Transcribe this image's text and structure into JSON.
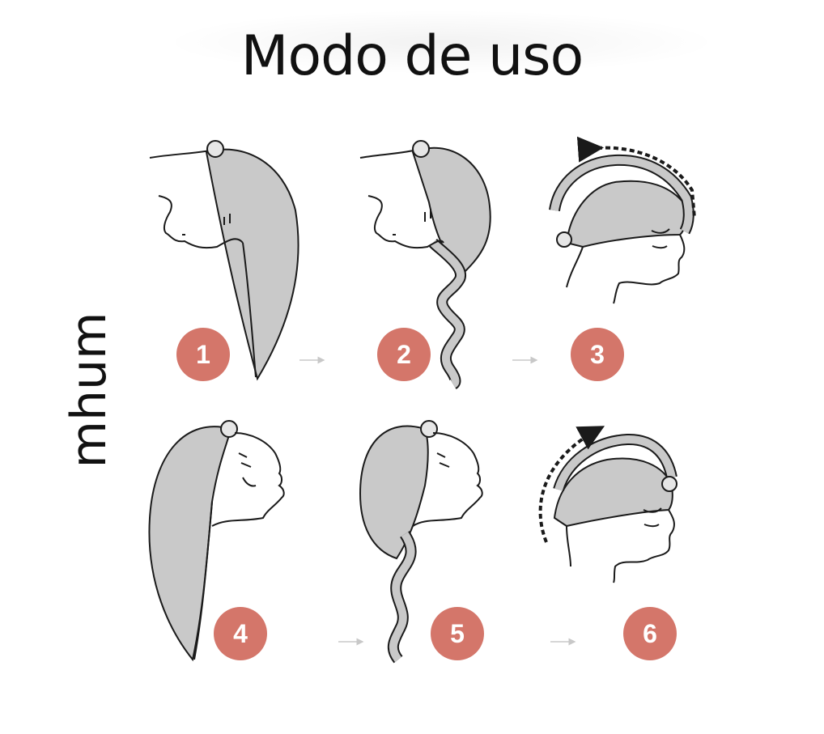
{
  "title": "Modo de uso",
  "brand": "mhum",
  "colors": {
    "badge": "#d4766a",
    "towel": "#c9c9c9",
    "line": "#1a1a1a",
    "arrow": "#c8c8c8"
  },
  "steps": [
    {
      "number": "1",
      "icon": "towel-wrap-side-icon"
    },
    {
      "number": "2",
      "icon": "towel-twist-side-icon"
    },
    {
      "number": "3",
      "icon": "towel-turban-icon"
    },
    {
      "number": "4",
      "icon": "towel-wrap-back-icon"
    },
    {
      "number": "5",
      "icon": "towel-twist-back-icon"
    },
    {
      "number": "6",
      "icon": "towel-turban-back-icon"
    }
  ]
}
